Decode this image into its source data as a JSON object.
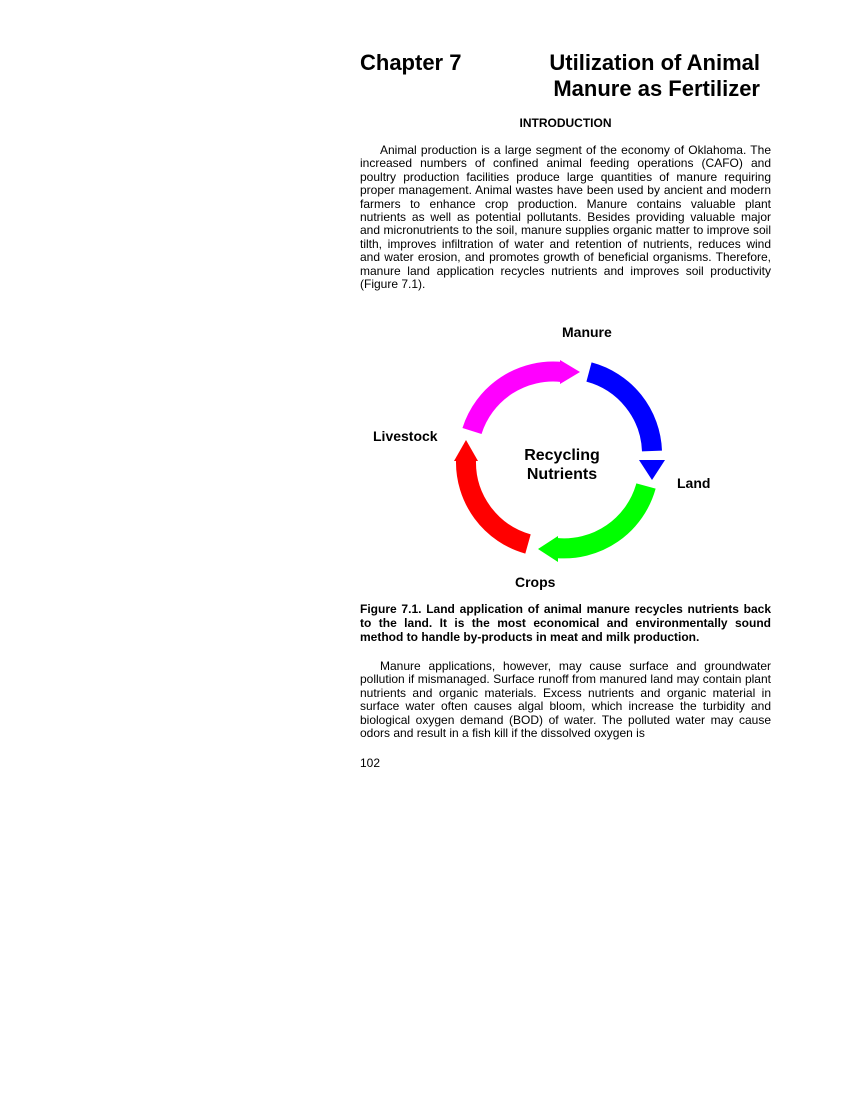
{
  "header": {
    "chapter_number": "Chapter 7",
    "title_line1": "Utilization of Animal",
    "title_line2": "Manure as Fertilizer"
  },
  "section": {
    "heading": "INTRODUCTION"
  },
  "paragraphs": {
    "intro": "Animal production is a large segment of the economy of Oklahoma. The increased numbers of confined animal feeding operations (CAFO) and poultry production facilities produce large quantities of manure requiring proper management. Animal wastes have been used by ancient and modern farmers to enhance crop production. Manure contains valuable plant nutrients as well as potential pollutants. Besides providing valuable major and micronutrients to the soil, manure supplies organic matter to improve soil tilth, improves infiltration of water and retention of nutrients, reduces wind and water erosion, and promotes growth of beneficial organisms. Therefore, manure land application recycles nutrients and improves soil productivity (Figure 7.1).",
    "runoff": "Manure applications, however, may cause surface and groundwater pollution if mismanaged. Surface runoff from manured land may contain plant nutrients and organic materials. Excess nutrients and organic material in surface water often causes algal bloom, which increase the turbidity and biological oxygen demand (BOD) of water. The polluted water may cause odors and result in a fish kill if the dissolved oxygen is"
  },
  "figure": {
    "center_label_line1": "Recycling",
    "center_label_line2": "Nutrients",
    "nodes": {
      "manure": "Manure",
      "land": "Land",
      "crops": "Crops",
      "livestock": "Livestock"
    },
    "arrow_colors": {
      "manure_to_land": "#0000ff",
      "land_to_crops": "#00ff00",
      "crops_to_livestock": "#ff0000",
      "livestock_to_manure": "#ff00ff"
    },
    "caption": "Figure 7.1. Land application of animal manure recycles nutrients back to the land. It is the most economical and environmentally sound method to handle by-products in meat and milk production."
  },
  "footer": {
    "page_number": "102"
  }
}
